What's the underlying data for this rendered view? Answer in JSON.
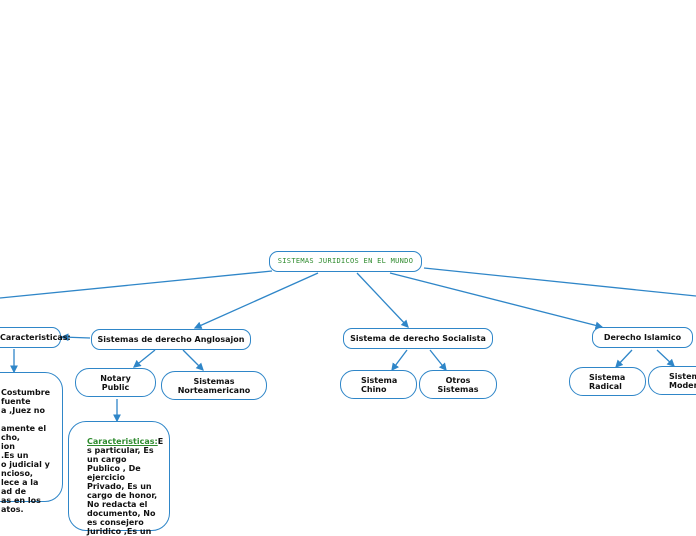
{
  "root": {
    "label": "SISTEMAS JURIDICOS EN EL MUNDO"
  },
  "nodes": {
    "caracteristicas_left": "Caracteristicas:",
    "anglosajon": "Sistemas de derecho Anglosajon",
    "socialista": "Sistema de derecho Socialista",
    "islamico": "Derecho Islamico",
    "notary": "Notary\nPublic",
    "norteamericano": "Sistemas\nNorteamericano",
    "chino": "Sistema\nChino",
    "otros": "Otros\nSistemas",
    "radical": "Sistema\nRadical",
    "moderado": "Sistema\nModerado"
  },
  "notes": {
    "costumbre": "Costumbre\nfuente\na ,Juez no\n\namente el\ncho,\nion\n.Es un\no judicial y\nncioso,\nlece a la\nad de\nas en los\natos.",
    "notary_prefix": "Caracteristicas:",
    "notary_body": "E\ns particular, Es\nun cargo\nPublico , De\nejercicio\nPrivado, Es un\ncargo de honor,\nNo redacta el\ndocumento, No\nes consejero\nJuridico ,Es un"
  },
  "colors": {
    "border": "#2f86c8",
    "connector": "#2f86c8",
    "root_text": "#2e8b2e",
    "highlight": "#2e8b2e"
  }
}
